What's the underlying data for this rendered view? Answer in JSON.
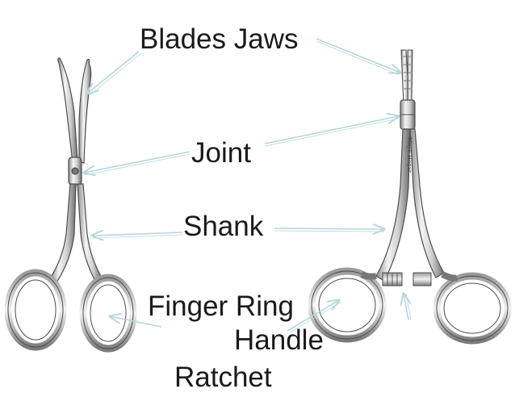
{
  "labels": {
    "blades_jaws": "Blades Jaws",
    "joint": "Joint",
    "shank": "Shank",
    "finger_ring": "Finger Ring",
    "handle": "Handle",
    "ratchet": "Ratchet"
  },
  "logo_text": "Mayo Hegar",
  "colors": {
    "background": "#ffffff",
    "label_text": "#1a1a1a",
    "pointer_line": "#b7d6dc",
    "steel_light": "#e8e8e8",
    "steel_mid": "#b9b9b9",
    "steel_dark": "#5a5a5a"
  },
  "instruments": [
    "scissors-icon",
    "hemostat-forceps-icon"
  ]
}
